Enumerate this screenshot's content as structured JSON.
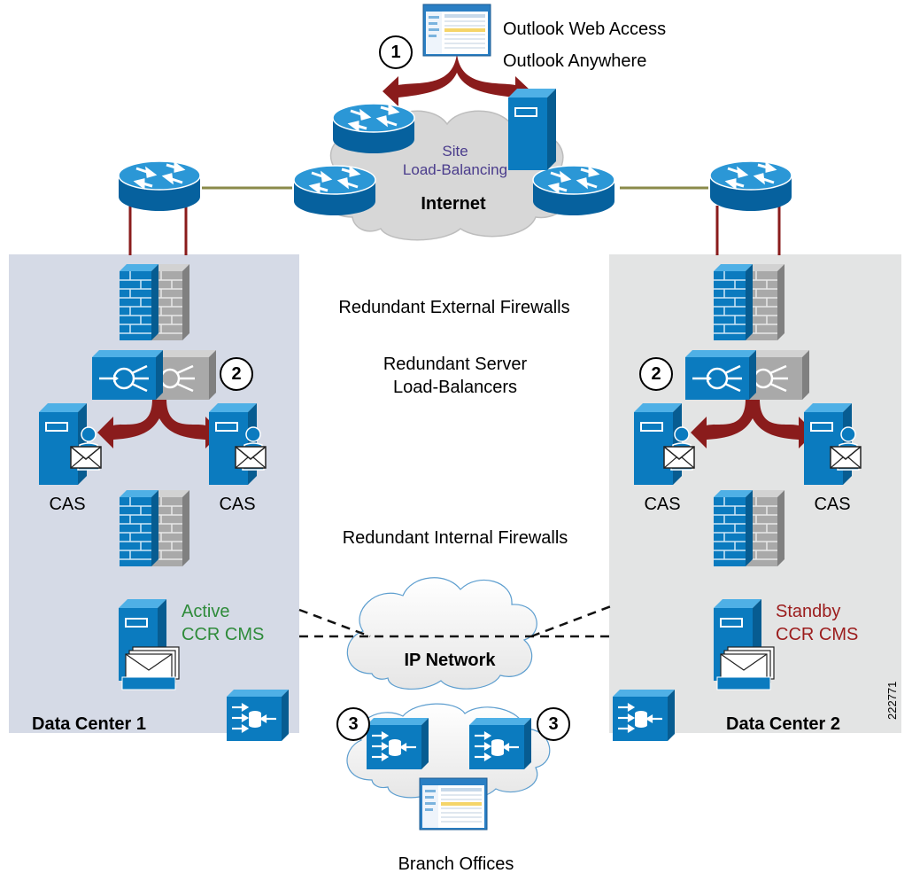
{
  "top": {
    "access_line1": "Outlook Web Access",
    "access_line2": "Outlook Anywhere",
    "site_lb_line1": "Site",
    "site_lb_line2": "Load-Balancing",
    "internet": "Internet"
  },
  "middle": {
    "ext_firewalls": "Redundant External Firewalls",
    "slb_line1": "Redundant Server",
    "slb_line2": "Load-Balancers",
    "int_firewalls": "Redundant Internal Firewalls",
    "ip_network": "IP Network"
  },
  "dc1": {
    "title": "Data Center 1",
    "cas_left": "CAS",
    "cas_right": "CAS",
    "cms_line1": "Active",
    "cms_line2": "CCR CMS"
  },
  "dc2": {
    "title": "Data Center 2",
    "cas_left": "CAS",
    "cas_right": "CAS",
    "cms_line1": "Standby",
    "cms_line2": "CCR CMS"
  },
  "bottom": {
    "branch": "Branch Offices"
  },
  "badges": {
    "one": "1",
    "two": "2",
    "three": "3"
  },
  "figure_id": "222771",
  "colors": {
    "device_blue": "#0b7bbf",
    "dc1_panel": "#d5dae6",
    "dc2_panel": "#e3e4e4",
    "link_red": "#8a1c1c",
    "link_olive": "#8a8a4a",
    "active_green": "#2e8b3a",
    "standby_red": "#9b1c1c",
    "site_lb_purple": "#4a3c8c"
  }
}
